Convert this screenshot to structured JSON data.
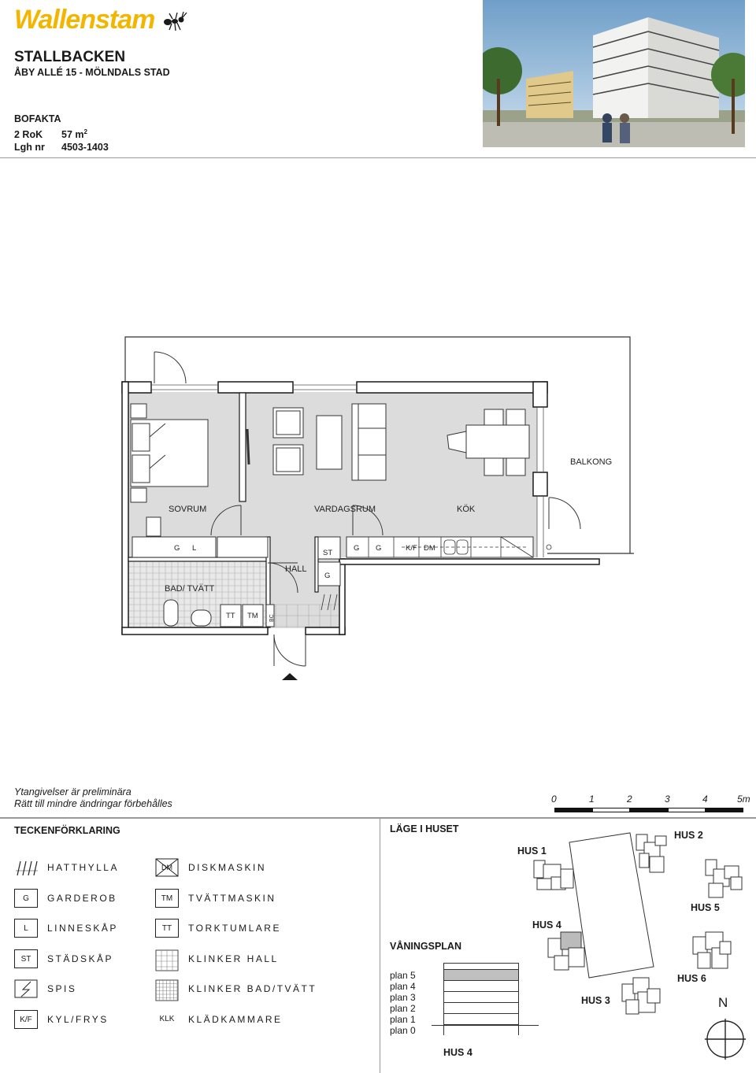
{
  "header": {
    "logo": "Wallenstam",
    "project": "STALLBACKEN",
    "address": "ÅBY ALLÉ 15 - MÖLNDALS STAD"
  },
  "bofakta": {
    "title": "BOFAKTA",
    "rok_key": "2 RoK",
    "area_value": "57 m",
    "area_sup": "2",
    "lgh_key": "Lgh nr",
    "lgh_value": "4503-1403"
  },
  "floorplan": {
    "rooms": {
      "sovrum": "SOVRUM",
      "vardagsrum": "VARDAGSRUM",
      "kok": "KÖK",
      "balkong": "BALKONG",
      "hall": "HALL",
      "bad": "BAD/ TVÄTT"
    },
    "symbols": {
      "g1": "G",
      "l1": "L",
      "st": "ST",
      "g2": "G",
      "g3": "G",
      "g4": "G",
      "kf": "K/F",
      "dm": "DM",
      "tt": "TT",
      "tm": "TM",
      "bc": "BC"
    }
  },
  "notes": {
    "line1": "Ytangivelser är preliminära",
    "line2": "Rätt till mindre ändringar förbehålles"
  },
  "scale": {
    "labels": [
      "0",
      "1",
      "2",
      "3",
      "4",
      "5m"
    ]
  },
  "legend": {
    "title": "TECKENFÖRKLARING",
    "items": [
      {
        "symbol": "",
        "label": "HATTHYLLA",
        "icon": "hat-rack-icon"
      },
      {
        "symbol": "G",
        "label": "GARDEROB",
        "icon": "wardrobe-icon"
      },
      {
        "symbol": "L",
        "label": "LINNESKÅP",
        "icon": "linen-cabinet-icon"
      },
      {
        "symbol": "ST",
        "label": "STÄDSKÅP",
        "icon": "cleaning-cabinet-icon"
      },
      {
        "symbol": "",
        "label": "SPIS",
        "icon": "stove-icon"
      },
      {
        "symbol": "K/F",
        "label": "KYL/FRYS",
        "icon": "fridge-freezer-icon"
      },
      {
        "symbol": "DM",
        "label": "DISKMASKIN",
        "icon": "dishwasher-icon"
      },
      {
        "symbol": "TM",
        "label": "TVÄTTMASKIN",
        "icon": "washing-machine-icon"
      },
      {
        "symbol": "TT",
        "label": "TORKTUMLARE",
        "icon": "tumble-dryer-icon"
      },
      {
        "symbol": "",
        "label": "KLINKER HALL",
        "icon": "tile-large-icon"
      },
      {
        "symbol": "",
        "label": "KLINKER BAD/TVÄTT",
        "icon": "tile-small-icon"
      },
      {
        "symbol": "KLK",
        "label": "KLÄDKAMMARE",
        "icon": "walk-in-closet-icon"
      }
    ]
  },
  "lage": {
    "title": "LÄGE I HUSET",
    "hus": [
      "HUS 1",
      "HUS 2",
      "HUS 5",
      "HUS 4",
      "HUS 3",
      "HUS 6"
    ],
    "north": "N"
  },
  "vaningsplan": {
    "title": "VÅNINGSPLAN",
    "plans": [
      "plan 5",
      "plan 4",
      "plan 3",
      "plan 2",
      "plan 1",
      "plan 0"
    ],
    "highlighted": "plan 5",
    "building": "HUS 4",
    "highlight_color": "#c0c0c0"
  }
}
